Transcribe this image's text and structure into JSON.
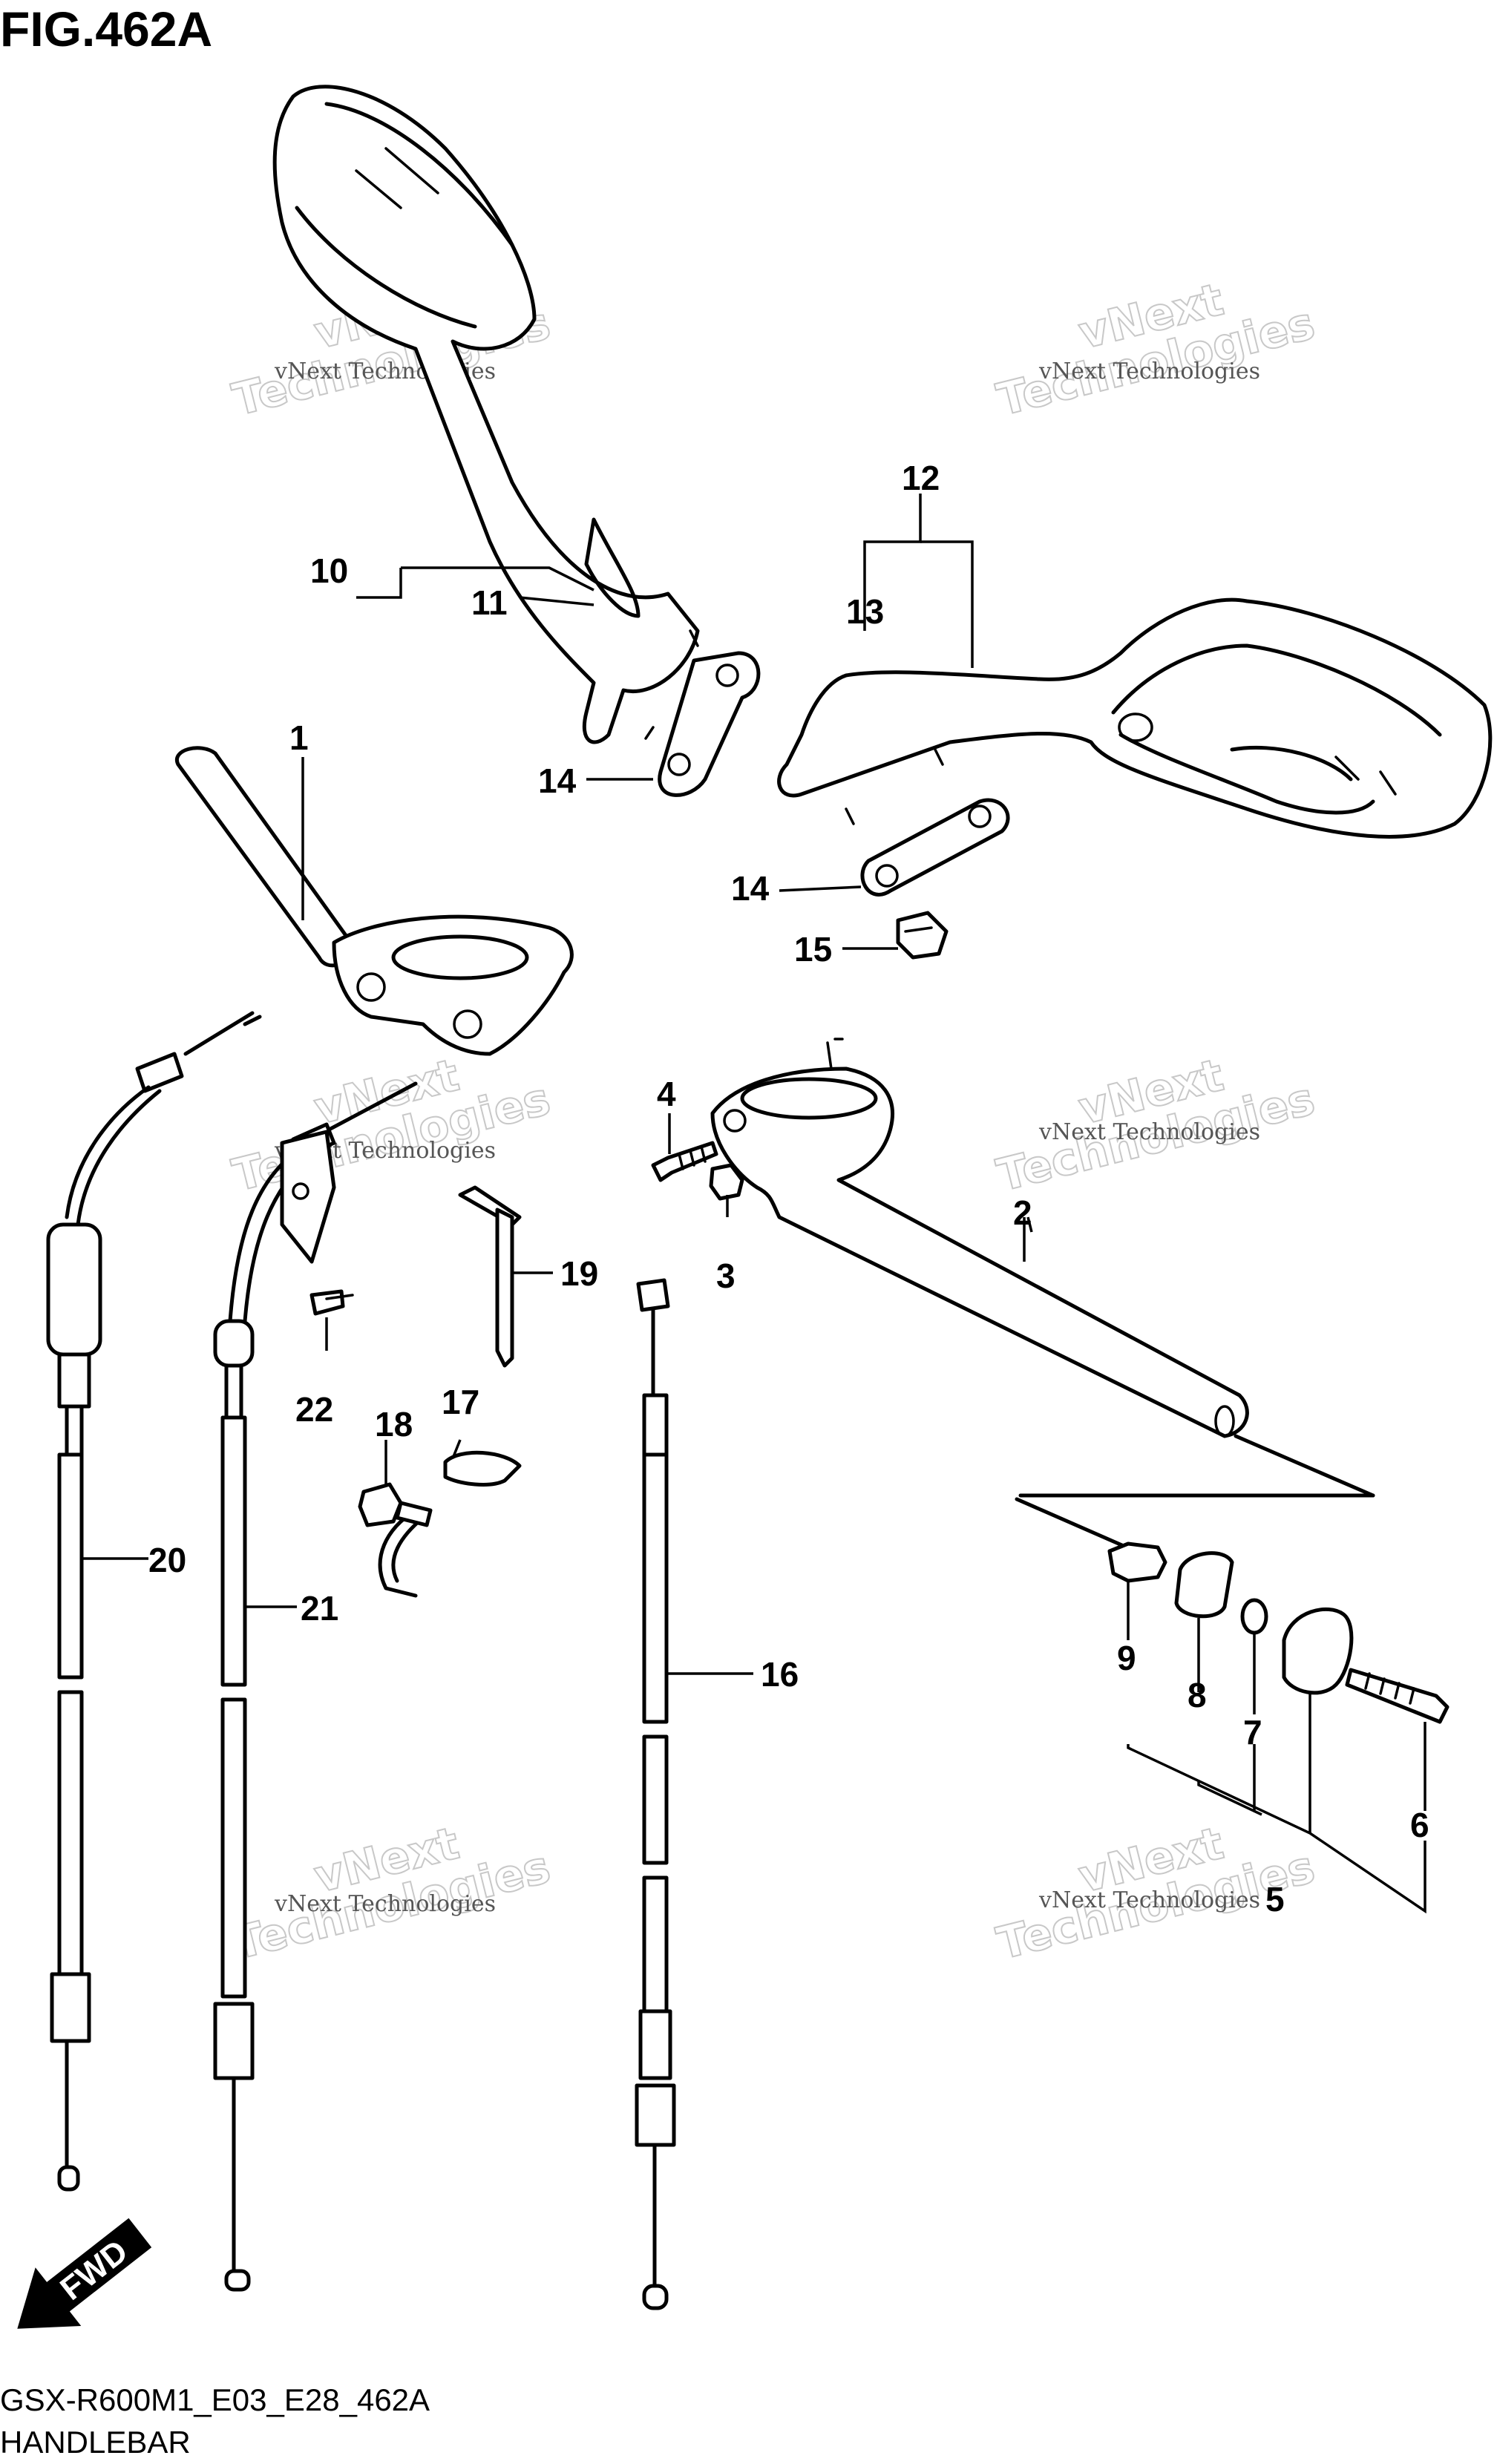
{
  "figure": {
    "title": "FIG.462A",
    "model_code": "GSX-R600M1_E03_E28_462A",
    "section_name": "HANDLEBAR"
  },
  "watermark": {
    "brand_line": "vNext",
    "brand_line2": "Technologies",
    "caption": "vNext Technologies"
  },
  "direction_badge": {
    "label": "FWD"
  },
  "callouts": [
    "1",
    "2",
    "3",
    "4",
    "5",
    "6",
    "7",
    "8",
    "9",
    "10",
    "11",
    "12",
    "13",
    "14",
    "14",
    "15",
    "16",
    "17",
    "18",
    "19",
    "20",
    "21",
    "22"
  ]
}
